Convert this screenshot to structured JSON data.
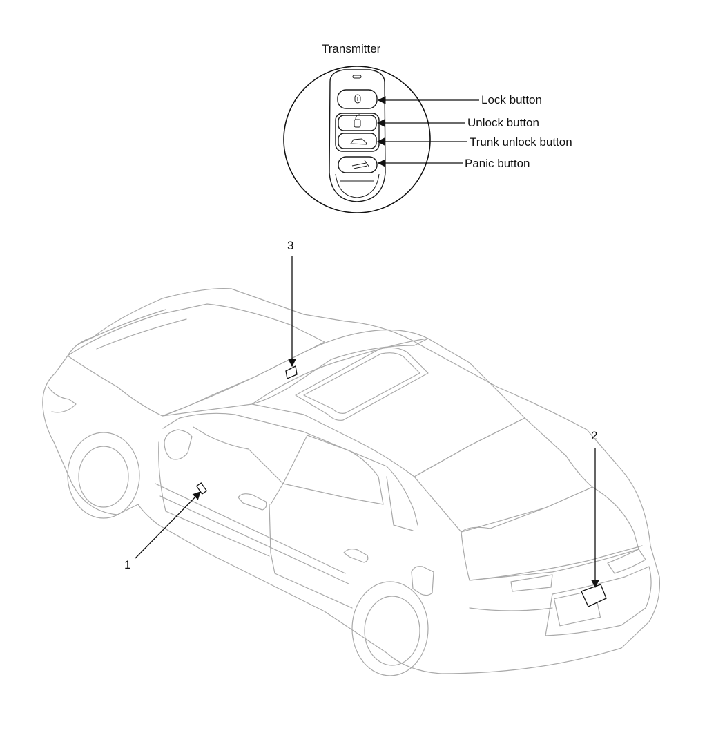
{
  "transmitter": {
    "title": "Transmitter",
    "buttons": [
      {
        "id": "lock",
        "label": "Lock button"
      },
      {
        "id": "unlock",
        "label": "Unlock button"
      },
      {
        "id": "trunk",
        "label": "Trunk unlock button"
      },
      {
        "id": "panic",
        "label": "Panic button"
      }
    ]
  },
  "callouts": [
    {
      "number": "1"
    },
    {
      "number": "2"
    },
    {
      "number": "3"
    }
  ]
}
